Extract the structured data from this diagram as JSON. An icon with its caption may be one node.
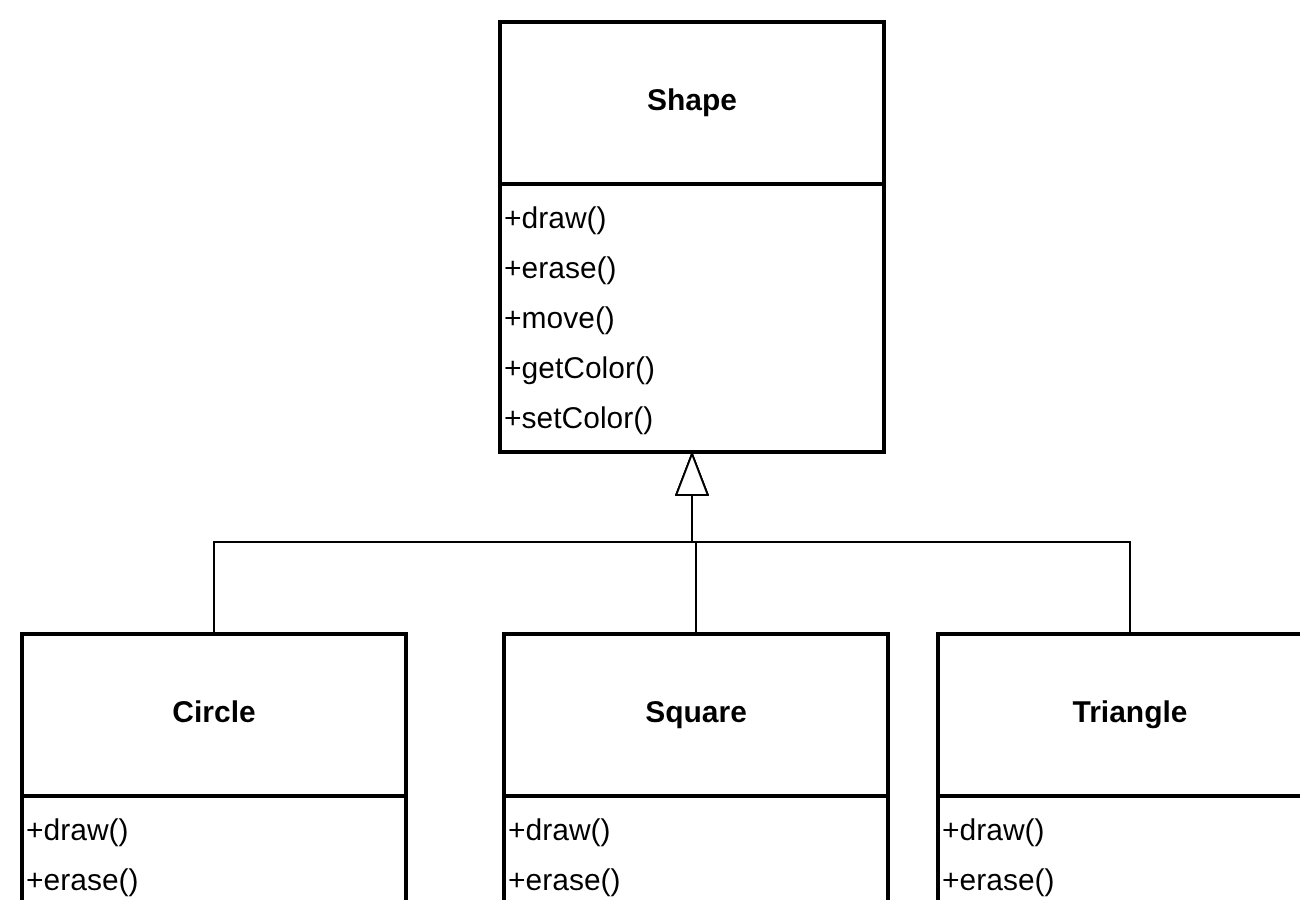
{
  "diagram": {
    "nodes": [
      {
        "text": [
          "Shape",
          "+draw()",
          "+erase()",
          "+move()",
          "+getColor()",
          "+setColor()"
        ]
      },
      {
        "text": [
          "Circle",
          "+draw()",
          "+erase()"
        ]
      },
      {
        "text": [
          "Square",
          "+draw()",
          "+erase()"
        ]
      },
      {
        "text": [
          "Triangle",
          "+draw()",
          "+erase()"
        ]
      }
    ],
    "edges": [
      {
        "from": 1,
        "to": 0,
        "arrow": "to"
      },
      {
        "from": 2,
        "to": 0,
        "arrow": "to"
      },
      {
        "from": 3,
        "to": 0,
        "arrow": "to"
      }
    ]
  }
}
